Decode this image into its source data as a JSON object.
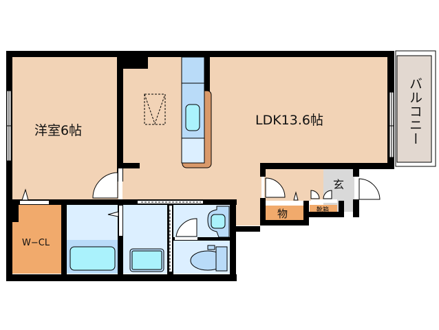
{
  "floor_plan": {
    "rooms": {
      "western_room": {
        "label": "洋室6帖"
      },
      "ldk": {
        "label": "LDK13.6帖"
      },
      "balcony": {
        "label": "バルコニー"
      },
      "entrance": {
        "label": "玄"
      },
      "storage": {
        "label": "物"
      },
      "shoe_box": {
        "label": "靴箱"
      },
      "walk_in_closet": {
        "label": "W−CL"
      }
    },
    "colors": {
      "room_floor": "#f2d3b6",
      "wall": "#000000",
      "wet_area": "#dcefff",
      "fixture_blue": "#b9dbf8",
      "fixture_cyan": "#aaf2fc",
      "closet": "#f1aa6c",
      "counter": "#d9996a",
      "balcony": "#e2d8d0",
      "entrance": "#d9d9d9"
    }
  }
}
